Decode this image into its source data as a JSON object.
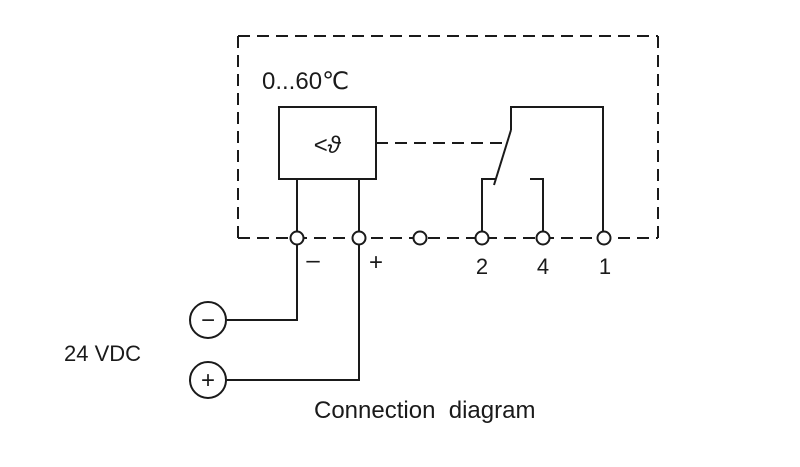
{
  "diagram": {
    "range_label": "0...60℃",
    "sensor_symbol": "<ϑ",
    "terminal_labels": {
      "minus": "–",
      "plus": "+",
      "t2": "2",
      "t4": "4",
      "t1": "1"
    },
    "supply_label": "24 VDC",
    "supply_minus_symbol": "−",
    "supply_plus_symbol": "+",
    "caption": "Connection  diagram"
  }
}
